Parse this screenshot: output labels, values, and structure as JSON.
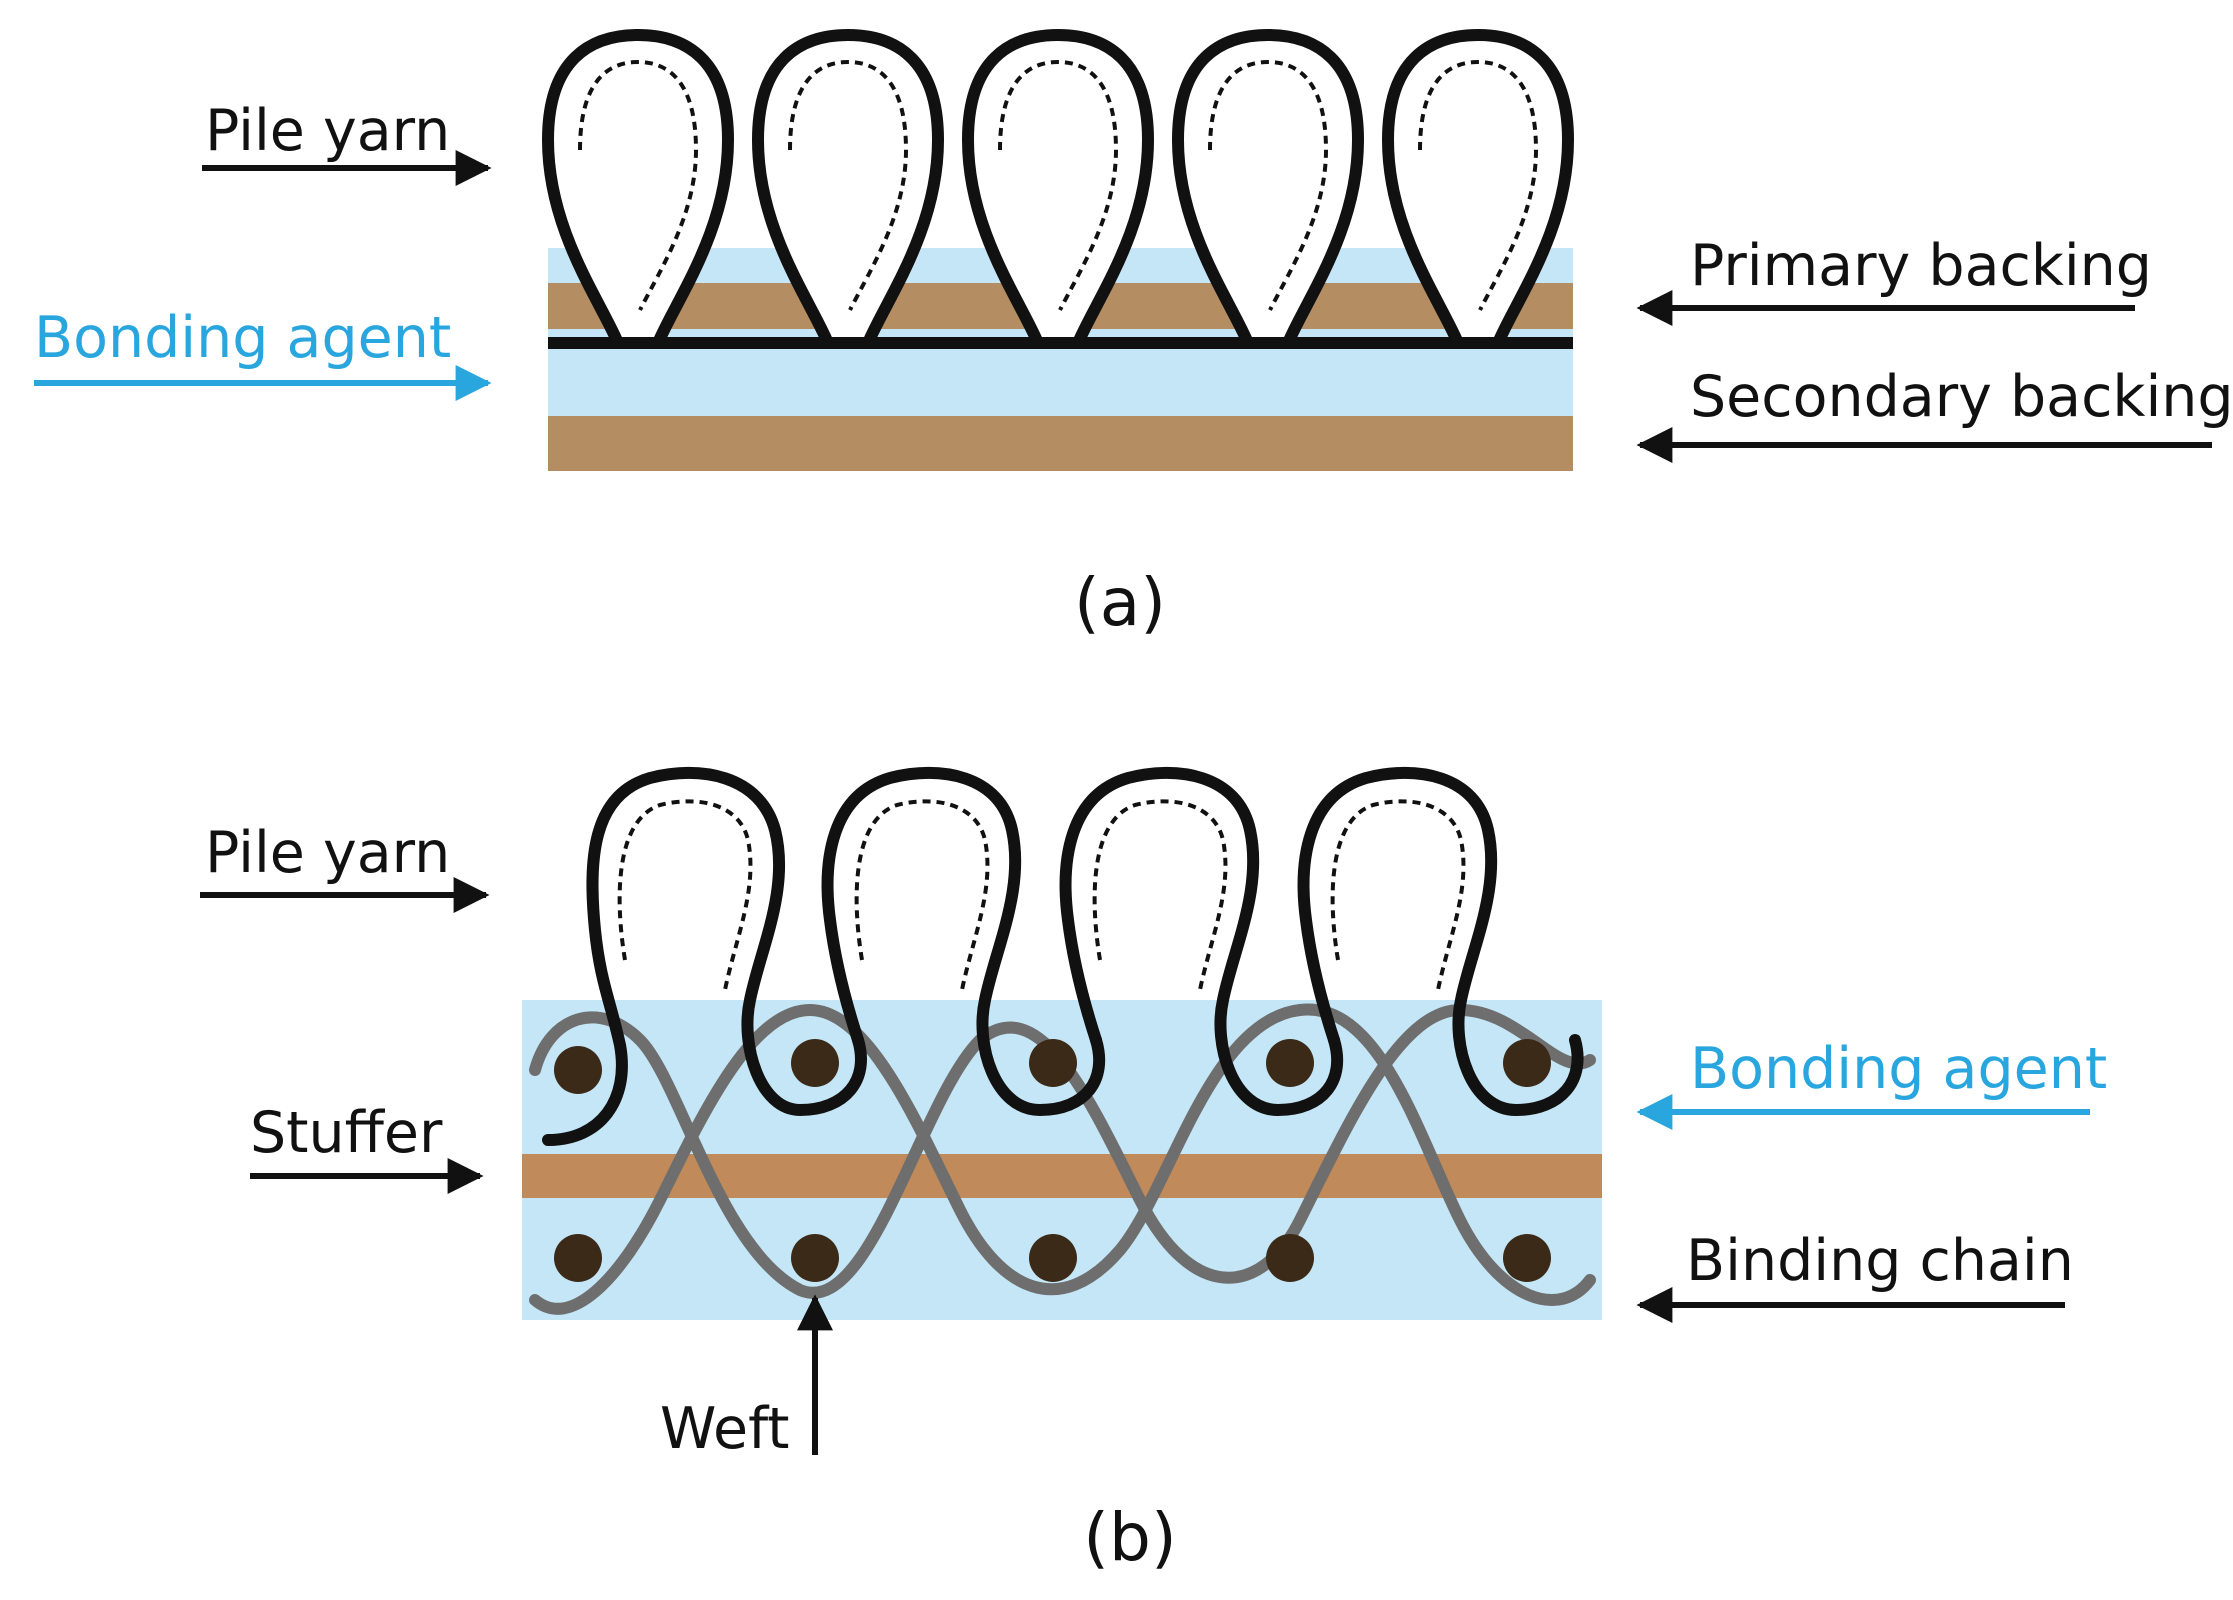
{
  "panel_a": {
    "caption": "(a)",
    "labels": {
      "pile_yarn": "Pile yarn",
      "bonding_agent": "Bonding agent",
      "primary_backing": "Primary backing",
      "secondary_backing": "Secondary backing"
    }
  },
  "panel_b": {
    "caption": "(b)",
    "labels": {
      "pile_yarn": "Pile yarn",
      "stuffer": "Stuffer",
      "weft": "Weft",
      "bonding_agent": "Bonding agent",
      "binding_chain": "Binding chain"
    }
  },
  "colors": {
    "text": "#111111",
    "accent": "#2aa6df",
    "backing": "#b58d62",
    "stuffer": "#c08a5a",
    "bonding": "#c4e6f6",
    "chain": "#6e6e6e",
    "weft_dot": "#3b2a17",
    "loop": "#111111"
  }
}
